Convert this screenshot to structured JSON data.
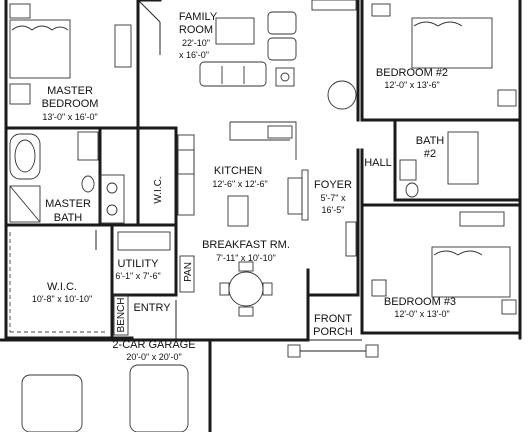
{
  "rooms": {
    "family": {
      "name_line1": "FAMILY",
      "name_line2": "ROOM",
      "dims_line1": "22'-10\"",
      "dims_line2": "x 16'-0\""
    },
    "master_bedroom": {
      "name_line1": "MASTER",
      "name_line2": "BEDROOM",
      "dims": "13'-0\" x 16'-0\""
    },
    "bedroom2": {
      "name": "BEDROOM #2",
      "dims": "12'-0\" x 13'-6\""
    },
    "bath2": {
      "name_line1": "BATH",
      "name_line2": "#2"
    },
    "hall": {
      "name": "HALL"
    },
    "kitchen": {
      "name": "KITCHEN",
      "dims": "12'-6\" x 12'-6\""
    },
    "foyer": {
      "name": "FOYER",
      "dims_line1": "5'-7\" x",
      "dims_line2": "16'-5\""
    },
    "wic_small": {
      "name": "W.I.C."
    },
    "master_bath": {
      "name_line1": "MASTER",
      "name_line2": "BATH"
    },
    "breakfast": {
      "name": "BREAKFAST RM.",
      "dims": "7'-11\" x 10'-10\""
    },
    "utility": {
      "name": "UTILITY",
      "dims": "6'-1\" x 7'-6\""
    },
    "pan": {
      "name": "PAN"
    },
    "wic_large": {
      "name": "W.I.C.",
      "dims": "10'-8\" x 10'-10\""
    },
    "bench": {
      "name": "BENCH"
    },
    "entry": {
      "name": "ENTRY"
    },
    "front_porch": {
      "name_line1": "FRONT",
      "name_line2": "PORCH"
    },
    "bedroom3": {
      "name": "BEDROOM #3",
      "dims": "12'-0\" x 13'-0\""
    },
    "garage": {
      "name": "2-CAR GARAGE",
      "dims": "20'-0\" x 20'-0\""
    }
  }
}
